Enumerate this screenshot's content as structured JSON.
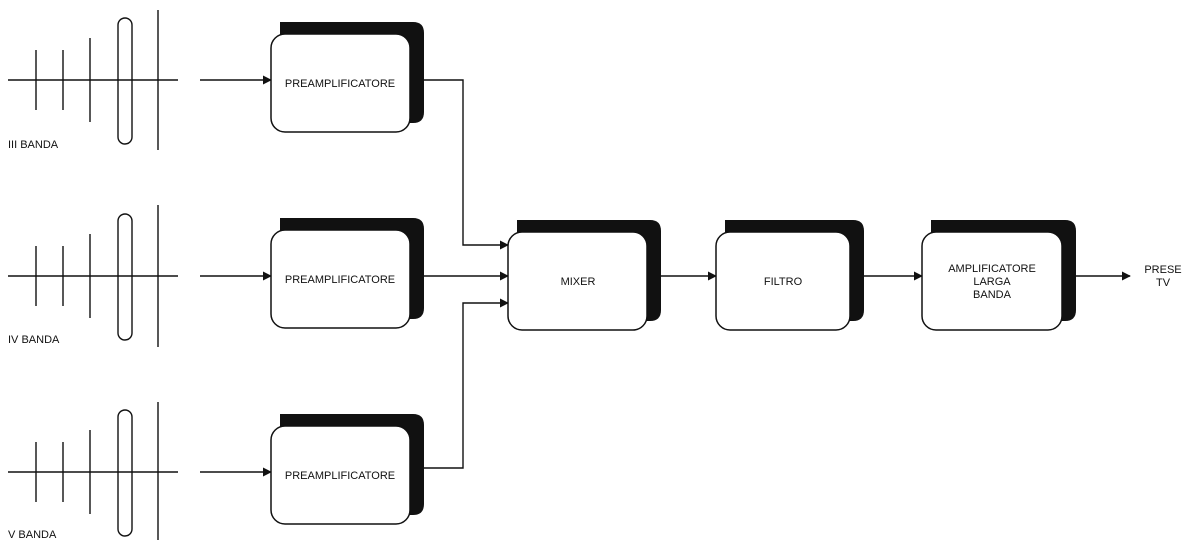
{
  "antennas": [
    {
      "label": "III BANDA"
    },
    {
      "label": "IV BANDA"
    },
    {
      "label": "V BANDA"
    }
  ],
  "blocks": {
    "preamp_1": {
      "lines": [
        "PREAMPLIFICATORE"
      ]
    },
    "preamp_2": {
      "lines": [
        "PREAMPLIFICATORE"
      ]
    },
    "preamp_3": {
      "lines": [
        "PREAMPLIFICATORE"
      ]
    },
    "mixer": {
      "lines": [
        "MIXER"
      ]
    },
    "filtro": {
      "lines": [
        "FILTRO"
      ]
    },
    "amplificatore": {
      "lines": [
        "AMPLIFICATORE",
        "LARGA",
        "BANDA"
      ]
    }
  },
  "output": {
    "lines": [
      "PRESE",
      "TV"
    ]
  }
}
